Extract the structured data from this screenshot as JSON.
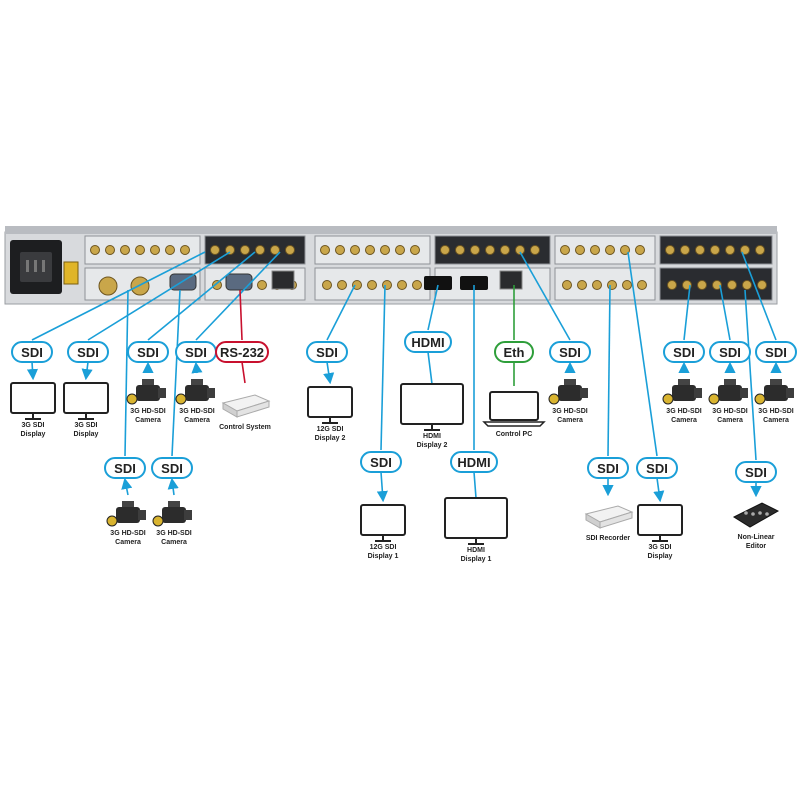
{
  "colors": {
    "sdi": "#1a9fd8",
    "rs232": "#c8102e",
    "eth": "#2e9e3a",
    "hdmi": "#1a9fd8",
    "panel": "#cfd2d6",
    "panel_dark": "#2a2c30"
  },
  "connections": [
    {
      "id": "c1",
      "label": "SDI",
      "color_key": "sdi",
      "device": "monitor",
      "device_label": [
        "3G SDI",
        "Display"
      ],
      "arrow": "down"
    },
    {
      "id": "c2",
      "label": "SDI",
      "color_key": "sdi",
      "device": "monitor",
      "device_label": [
        "3G SDI",
        "Display"
      ],
      "arrow": "down"
    },
    {
      "id": "c3",
      "label": "SDI",
      "color_key": "sdi",
      "device": "camera",
      "device_label": [
        "3G HD-SDI",
        "Camera"
      ],
      "arrow": "up"
    },
    {
      "id": "c4",
      "label": "SDI",
      "color_key": "sdi",
      "device": "camera",
      "device_label": [
        "3G HD-SDI",
        "Camera"
      ],
      "arrow": "up"
    },
    {
      "id": "c5",
      "label": "SDI",
      "color_key": "sdi",
      "device": "camera",
      "device_label": [
        "3G HD-SDI",
        "Camera"
      ],
      "arrow": "up"
    },
    {
      "id": "c6",
      "label": "SDI",
      "color_key": "sdi",
      "device": "camera",
      "device_label": [
        "3G HD-SDI",
        "Camera"
      ],
      "arrow": "up"
    },
    {
      "id": "c7",
      "label": "RS-232",
      "color_key": "rs232",
      "device": "box",
      "device_label": [
        "Control System"
      ],
      "arrow": "none"
    },
    {
      "id": "c8",
      "label": "SDI",
      "color_key": "sdi",
      "device": "monitor",
      "device_label": [
        "12G SDI",
        "Display 2"
      ],
      "arrow": "down"
    },
    {
      "id": "c9",
      "label": "SDI",
      "color_key": "sdi",
      "device": "monitor",
      "device_label": [
        "12G SDI",
        "Display 1"
      ],
      "arrow": "down"
    },
    {
      "id": "c10",
      "label": "HDMI",
      "color_key": "hdmi",
      "device": "widemon",
      "device_label": [
        "HDMI",
        "Display 2"
      ],
      "arrow": "down"
    },
    {
      "id": "c11",
      "label": "HDMI",
      "color_key": "hdmi",
      "device": "widemon",
      "device_label": [
        "HDMI",
        "Display 1"
      ],
      "arrow": "down"
    },
    {
      "id": "c12",
      "label": "Eth",
      "color_key": "eth",
      "device": "laptop",
      "device_label": [
        "Control PC"
      ],
      "arrow": "none"
    },
    {
      "id": "c13",
      "label": "SDI",
      "color_key": "sdi",
      "device": "camera",
      "device_label": [
        "3G HD-SDI",
        "Camera"
      ],
      "arrow": "up"
    },
    {
      "id": "c14",
      "label": "SDI",
      "color_key": "sdi",
      "device": "box",
      "device_label": [
        "SDI Recorder"
      ],
      "arrow": "down"
    },
    {
      "id": "c15",
      "label": "SDI",
      "color_key": "sdi",
      "device": "monitor",
      "device_label": [
        "3G SDI",
        "Display"
      ],
      "arrow": "down"
    },
    {
      "id": "c16",
      "label": "SDI",
      "color_key": "sdi",
      "device": "camera",
      "device_label": [
        "3G HD-SDI",
        "Camera"
      ],
      "arrow": "up"
    },
    {
      "id": "c17",
      "label": "SDI",
      "color_key": "sdi",
      "device": "camera",
      "device_label": [
        "3G HD-SDI",
        "Camera"
      ],
      "arrow": "up"
    },
    {
      "id": "c18",
      "label": "SDI",
      "color_key": "sdi",
      "device": "camera",
      "device_label": [
        "3G HD-SDI",
        "Camera"
      ],
      "arrow": "up"
    },
    {
      "id": "c19",
      "label": "SDI",
      "color_key": "sdi",
      "device": "editor",
      "device_label": [
        "Non-Linear",
        "Editor"
      ],
      "arrow": "down"
    }
  ]
}
